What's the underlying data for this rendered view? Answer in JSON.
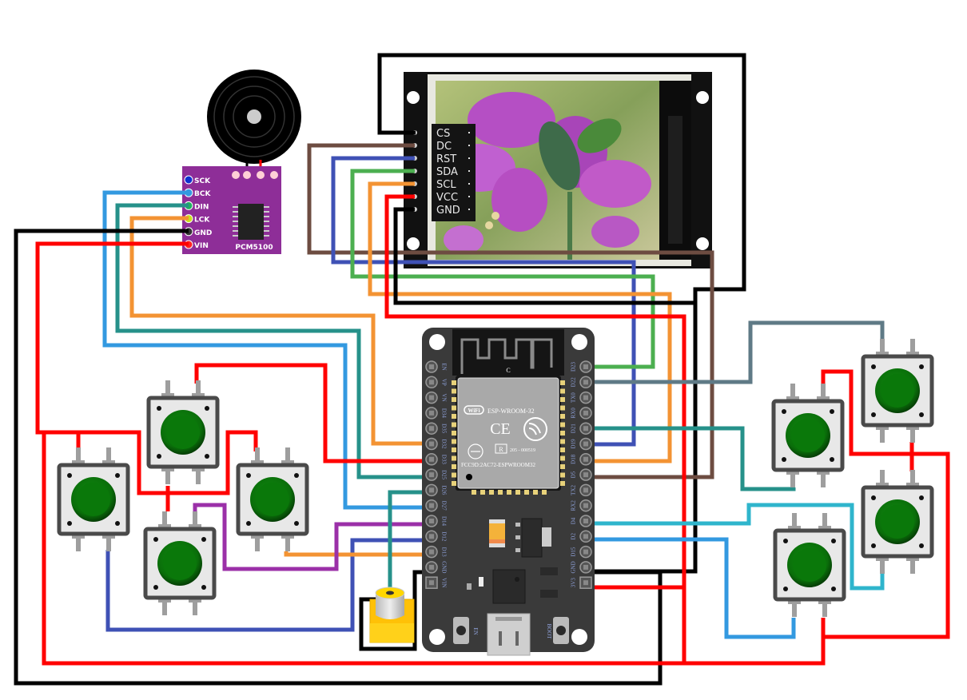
{
  "title": "ESP32 game console wiring diagram",
  "colors": {
    "wire_black": "#000000",
    "wire_red": "#ff0000",
    "wire_brown": "#6d4c41",
    "wire_blue": "#3f51b5",
    "wire_green": "#4caf50",
    "wire_orange": "#f39333",
    "wire_teal": "#26918a",
    "wire_lightblue": "#3399e0",
    "wire_purple": "#9b30a8",
    "wire_slate": "#5f7a86",
    "wire_cyan": "#2fb5cc",
    "pcm_board": "#8e2e98",
    "esp_board": "#3a3a3a",
    "button_cap": "#0b7a0b",
    "jack_yellow": "#ffc107"
  },
  "components": {
    "speaker": {
      "name": "Speaker"
    },
    "dac": {
      "name": "PCM5100",
      "pins": [
        "SCK",
        "BCK",
        "DIN",
        "LCK",
        "GND",
        "VIN"
      ]
    },
    "tft": {
      "name": "TFT Display",
      "pins": [
        "CS",
        "DC",
        "RST",
        "SDA",
        "SCL",
        "VCC",
        "GND"
      ]
    },
    "esp32": {
      "name": "ESP32 DevKit",
      "module_label": "ESP-WROOM-32",
      "wifi_label": "WiFi",
      "fcc_label": "FCC9D:2AC72-ESPWROOM32",
      "cert_label": "205 - 000519",
      "reg_mark": "R",
      "ce_mark": "CE",
      "antenna_mark": "C",
      "left_pins": [
        "EN",
        "VP",
        "VN",
        "D34",
        "D35",
        "D32",
        "D33",
        "D25",
        "D26",
        "D27",
        "D14",
        "D12",
        "D13",
        "GND",
        "VIN"
      ],
      "right_pins": [
        "D23",
        "D22",
        "TX0",
        "RX0",
        "D21",
        "D19",
        "D18",
        "D5",
        "TX2",
        "RX2",
        "D4",
        "D2",
        "D15",
        "GND",
        "3V3"
      ],
      "buttons": [
        "EN",
        "BOOT"
      ]
    },
    "audio_jack": {
      "name": "Audio jack"
    },
    "buttons_left": [
      "Button 1",
      "Button 2",
      "Button 3",
      "Button 4"
    ],
    "buttons_right": [
      "Button 5",
      "Button 6",
      "Button 7",
      "Button 8"
    ]
  },
  "connections": [
    {
      "from": "PCM5100.BCK",
      "to": "ESP32.D27",
      "color": "wire_lightblue"
    },
    {
      "from": "PCM5100.DIN",
      "to": "ESP32.D25",
      "color": "wire_teal"
    },
    {
      "from": "PCM5100.LCK",
      "to": "ESP32.D32",
      "color": "wire_orange"
    },
    {
      "from": "PCM5100.GND",
      "to": "ESP32.GND",
      "color": "wire_black"
    },
    {
      "from": "PCM5100.VIN",
      "to": "ESP32.3V3",
      "color": "wire_red"
    },
    {
      "from": "TFT.CS",
      "to": "ESP32.GND",
      "color": "wire_black"
    },
    {
      "from": "TFT.DC",
      "to": "ESP32.D5",
      "color": "wire_brown"
    },
    {
      "from": "TFT.RST",
      "to": "ESP32.D19",
      "color": "wire_blue"
    },
    {
      "from": "TFT.SDA",
      "to": "ESP32.D23",
      "color": "wire_green"
    },
    {
      "from": "TFT.SCL",
      "to": "ESP32.D18",
      "color": "wire_orange"
    },
    {
      "from": "TFT.VCC",
      "to": "ESP32.3V3",
      "color": "wire_red"
    },
    {
      "from": "TFT.GND",
      "to": "ESP32.GND",
      "color": "wire_black"
    },
    {
      "from": "Audio jack",
      "to": "ESP32.D26",
      "color": "wire_teal"
    },
    {
      "from": "Button 1",
      "to": "ESP32.D12",
      "color": "wire_blue"
    },
    {
      "from": "Button 2",
      "to": "ESP32.D33",
      "color": "wire_red"
    },
    {
      "from": "Button 3",
      "to": "ESP32.D13",
      "color": "wire_orange"
    },
    {
      "from": "Button 4",
      "to": "ESP32.D14",
      "color": "wire_purple"
    },
    {
      "from": "Button 5",
      "to": "ESP32.D22",
      "color": "wire_slate"
    },
    {
      "from": "Button 6",
      "to": "ESP32.D21",
      "color": "wire_teal"
    },
    {
      "from": "Button 7",
      "to": "ESP32.D4",
      "color": "wire_cyan"
    },
    {
      "from": "Button 8",
      "to": "ESP32.D2",
      "color": "wire_lightblue"
    }
  ]
}
